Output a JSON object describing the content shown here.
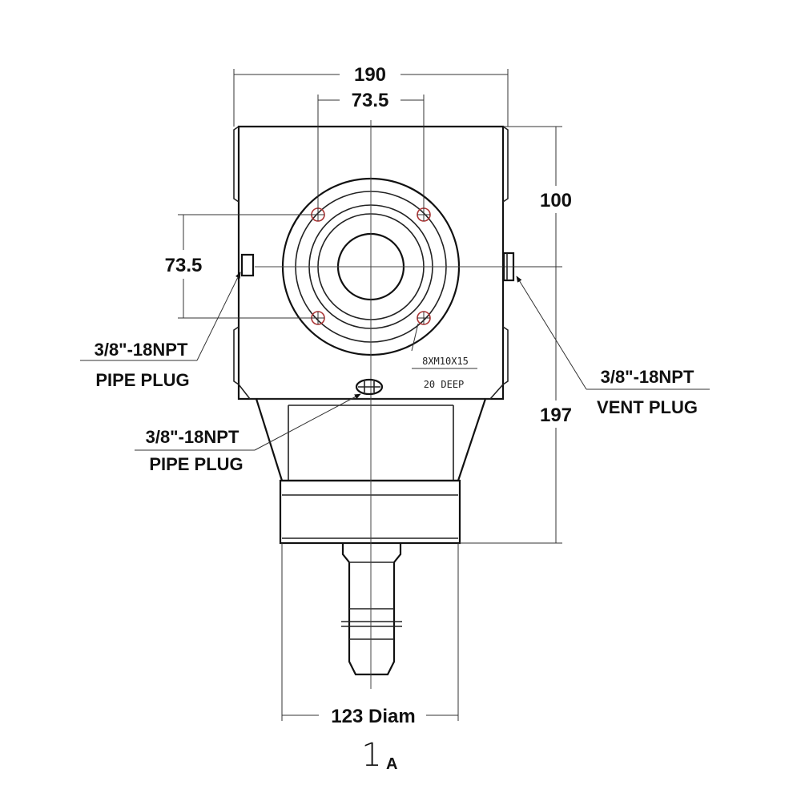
{
  "dimensions": {
    "overall_width": "190",
    "bolt_spacing_horizontal": "73.5",
    "bolt_spacing_vertical": "73.5",
    "housing_height": "100",
    "overall_height": "197",
    "base_diameter": "123 Diam"
  },
  "callouts": {
    "left_plug_size": "3/8\"-18NPT",
    "left_plug_name": "PIPE PLUG",
    "bottom_plug_size": "3/8\"-18NPT",
    "bottom_plug_name": "PIPE PLUG",
    "vent_plug_size": "3/8\"-18NPT",
    "vent_plug_name": "VENT PLUG"
  },
  "thread_note": {
    "line1": "8XM10X15",
    "line2": "20 DEEP"
  },
  "view_marker": {
    "number": "1",
    "letter": "A"
  },
  "colors": {
    "line": "#222222",
    "bolt_marks": "#a33333",
    "background": "#ffffff"
  }
}
